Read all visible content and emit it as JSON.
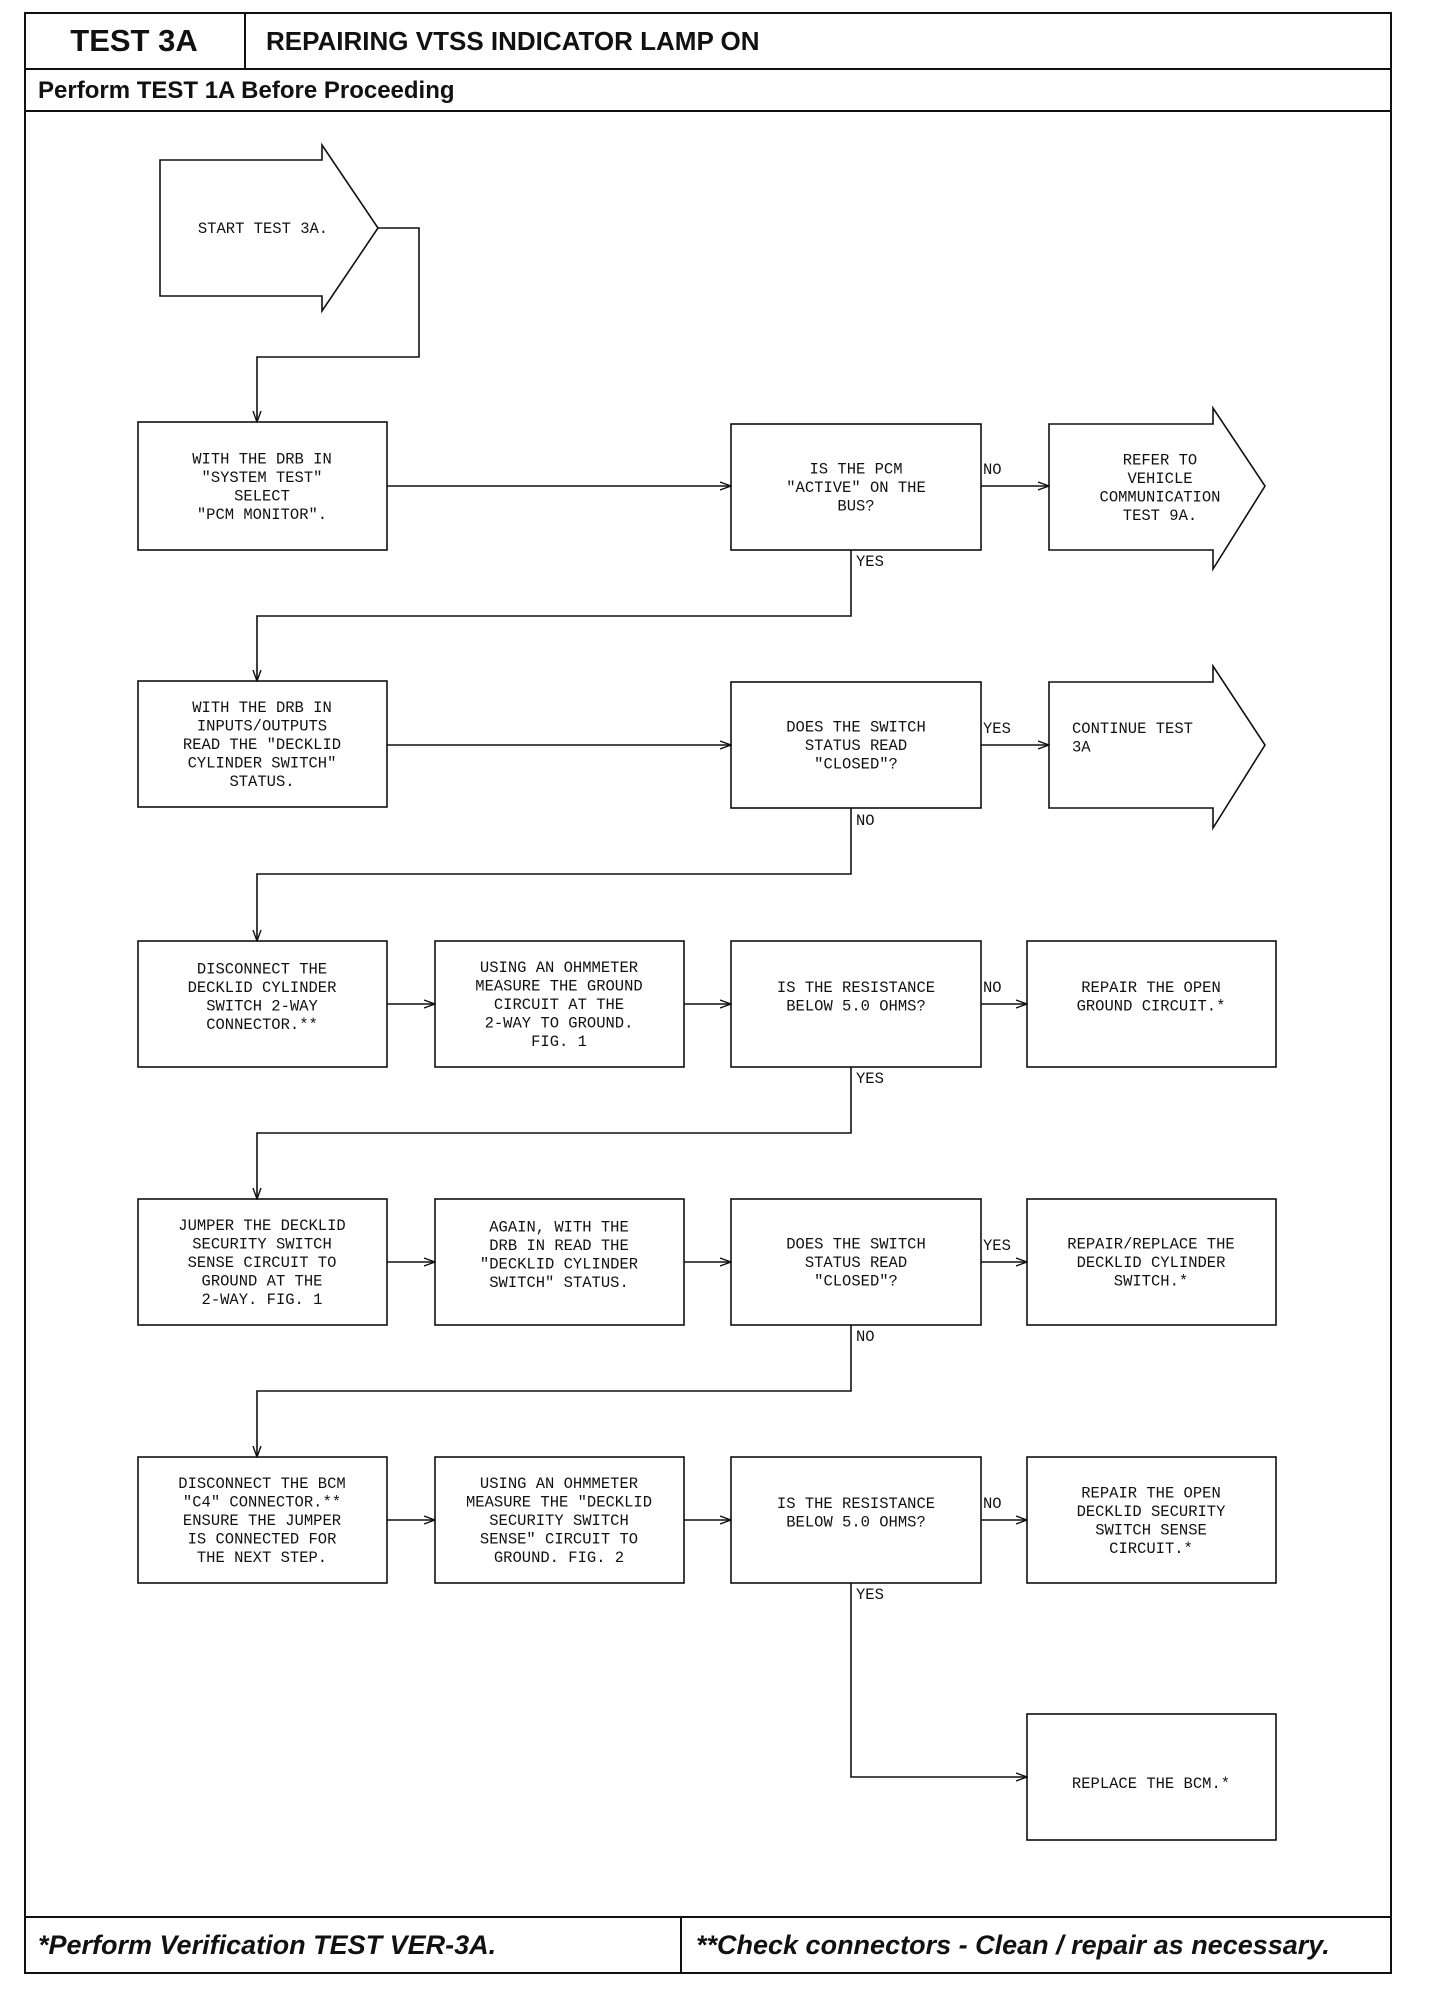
{
  "header": {
    "test_id": "TEST 3A",
    "title": "REPAIRING VTSS INDICATOR LAMP ON",
    "prerequisite": "Perform TEST 1A Before Proceeding"
  },
  "footer": {
    "left_note": "*Perform Verification TEST VER-3A.",
    "right_note": "**Check connectors - Clean / repair as necessary."
  },
  "nodes": {
    "start": [
      "START TEST 3A."
    ],
    "drb_system_test": [
      "WITH THE DRB IN",
      "\"SYSTEM TEST\"",
      "SELECT",
      "\"PCM MONITOR\"."
    ],
    "pcm_active_q": [
      "IS THE PCM",
      "\"ACTIVE\" ON THE",
      "BUS?"
    ],
    "refer_test_9a": [
      "REFER TO",
      "VEHICLE",
      "COMMUNICATION",
      "TEST 9A."
    ],
    "drb_inputs_outputs": [
      "WITH THE DRB IN",
      "INPUTS/OUTPUTS",
      "READ THE \"DECKLID",
      "CYLINDER SWITCH\"",
      "STATUS."
    ],
    "switch_closed_q1": [
      "DOES THE SWITCH",
      "STATUS READ",
      "\"CLOSED\"?"
    ],
    "continue_test": [
      "CONTINUE TEST",
      "3A"
    ],
    "disconnect_decklid": [
      "DISCONNECT THE",
      "DECKLID CYLINDER",
      "SWITCH 2-WAY",
      "CONNECTOR.**"
    ],
    "ohmmeter_ground": [
      "USING AN OHMMETER",
      "MEASURE THE GROUND",
      "CIRCUIT AT THE",
      "2-WAY TO GROUND.",
      "FIG. 1"
    ],
    "resistance_q1": [
      "IS THE RESISTANCE",
      "BELOW 5.0 OHMS?"
    ],
    "repair_ground": [
      "REPAIR THE OPEN",
      "GROUND CIRCUIT.*"
    ],
    "jumper_sense": [
      "JUMPER THE DECKLID",
      "SECURITY SWITCH",
      "SENSE CIRCUIT TO",
      "GROUND AT THE",
      "2-WAY. FIG. 1"
    ],
    "again_drb": [
      "AGAIN, WITH THE",
      "DRB IN READ THE",
      "\"DECKLID CYLINDER",
      "SWITCH\" STATUS."
    ],
    "switch_closed_q2": [
      "DOES THE SWITCH",
      "STATUS READ",
      "\"CLOSED\"?"
    ],
    "repair_replace_switch": [
      "REPAIR/REPLACE THE",
      "DECKLID CYLINDER",
      "SWITCH.*"
    ],
    "disconnect_bcm": [
      "DISCONNECT THE BCM",
      "\"C4\" CONNECTOR.**",
      "ENSURE THE JUMPER",
      "IS CONNECTED FOR",
      "THE NEXT STEP."
    ],
    "ohmmeter_sense": [
      "USING AN OHMMETER",
      "MEASURE THE \"DECKLID",
      "SECURITY SWITCH",
      "SENSE\" CIRCUIT TO",
      "GROUND. FIG. 2"
    ],
    "resistance_q2": [
      "IS THE RESISTANCE",
      "BELOW 5.0 OHMS?"
    ],
    "repair_sense": [
      "REPAIR THE OPEN",
      "DECKLID SECURITY",
      "SWITCH SENSE",
      "CIRCUIT.*"
    ],
    "replace_bcm": [
      "REPLACE THE BCM.*"
    ]
  },
  "edge_labels": {
    "pcm_no": "NO",
    "pcm_yes": "YES",
    "switch1_yes": "YES",
    "switch1_no": "NO",
    "res1_no": "NO",
    "res1_yes": "YES",
    "switch2_yes": "YES",
    "switch2_no": "NO",
    "res2_no": "NO",
    "res2_yes": "YES"
  }
}
